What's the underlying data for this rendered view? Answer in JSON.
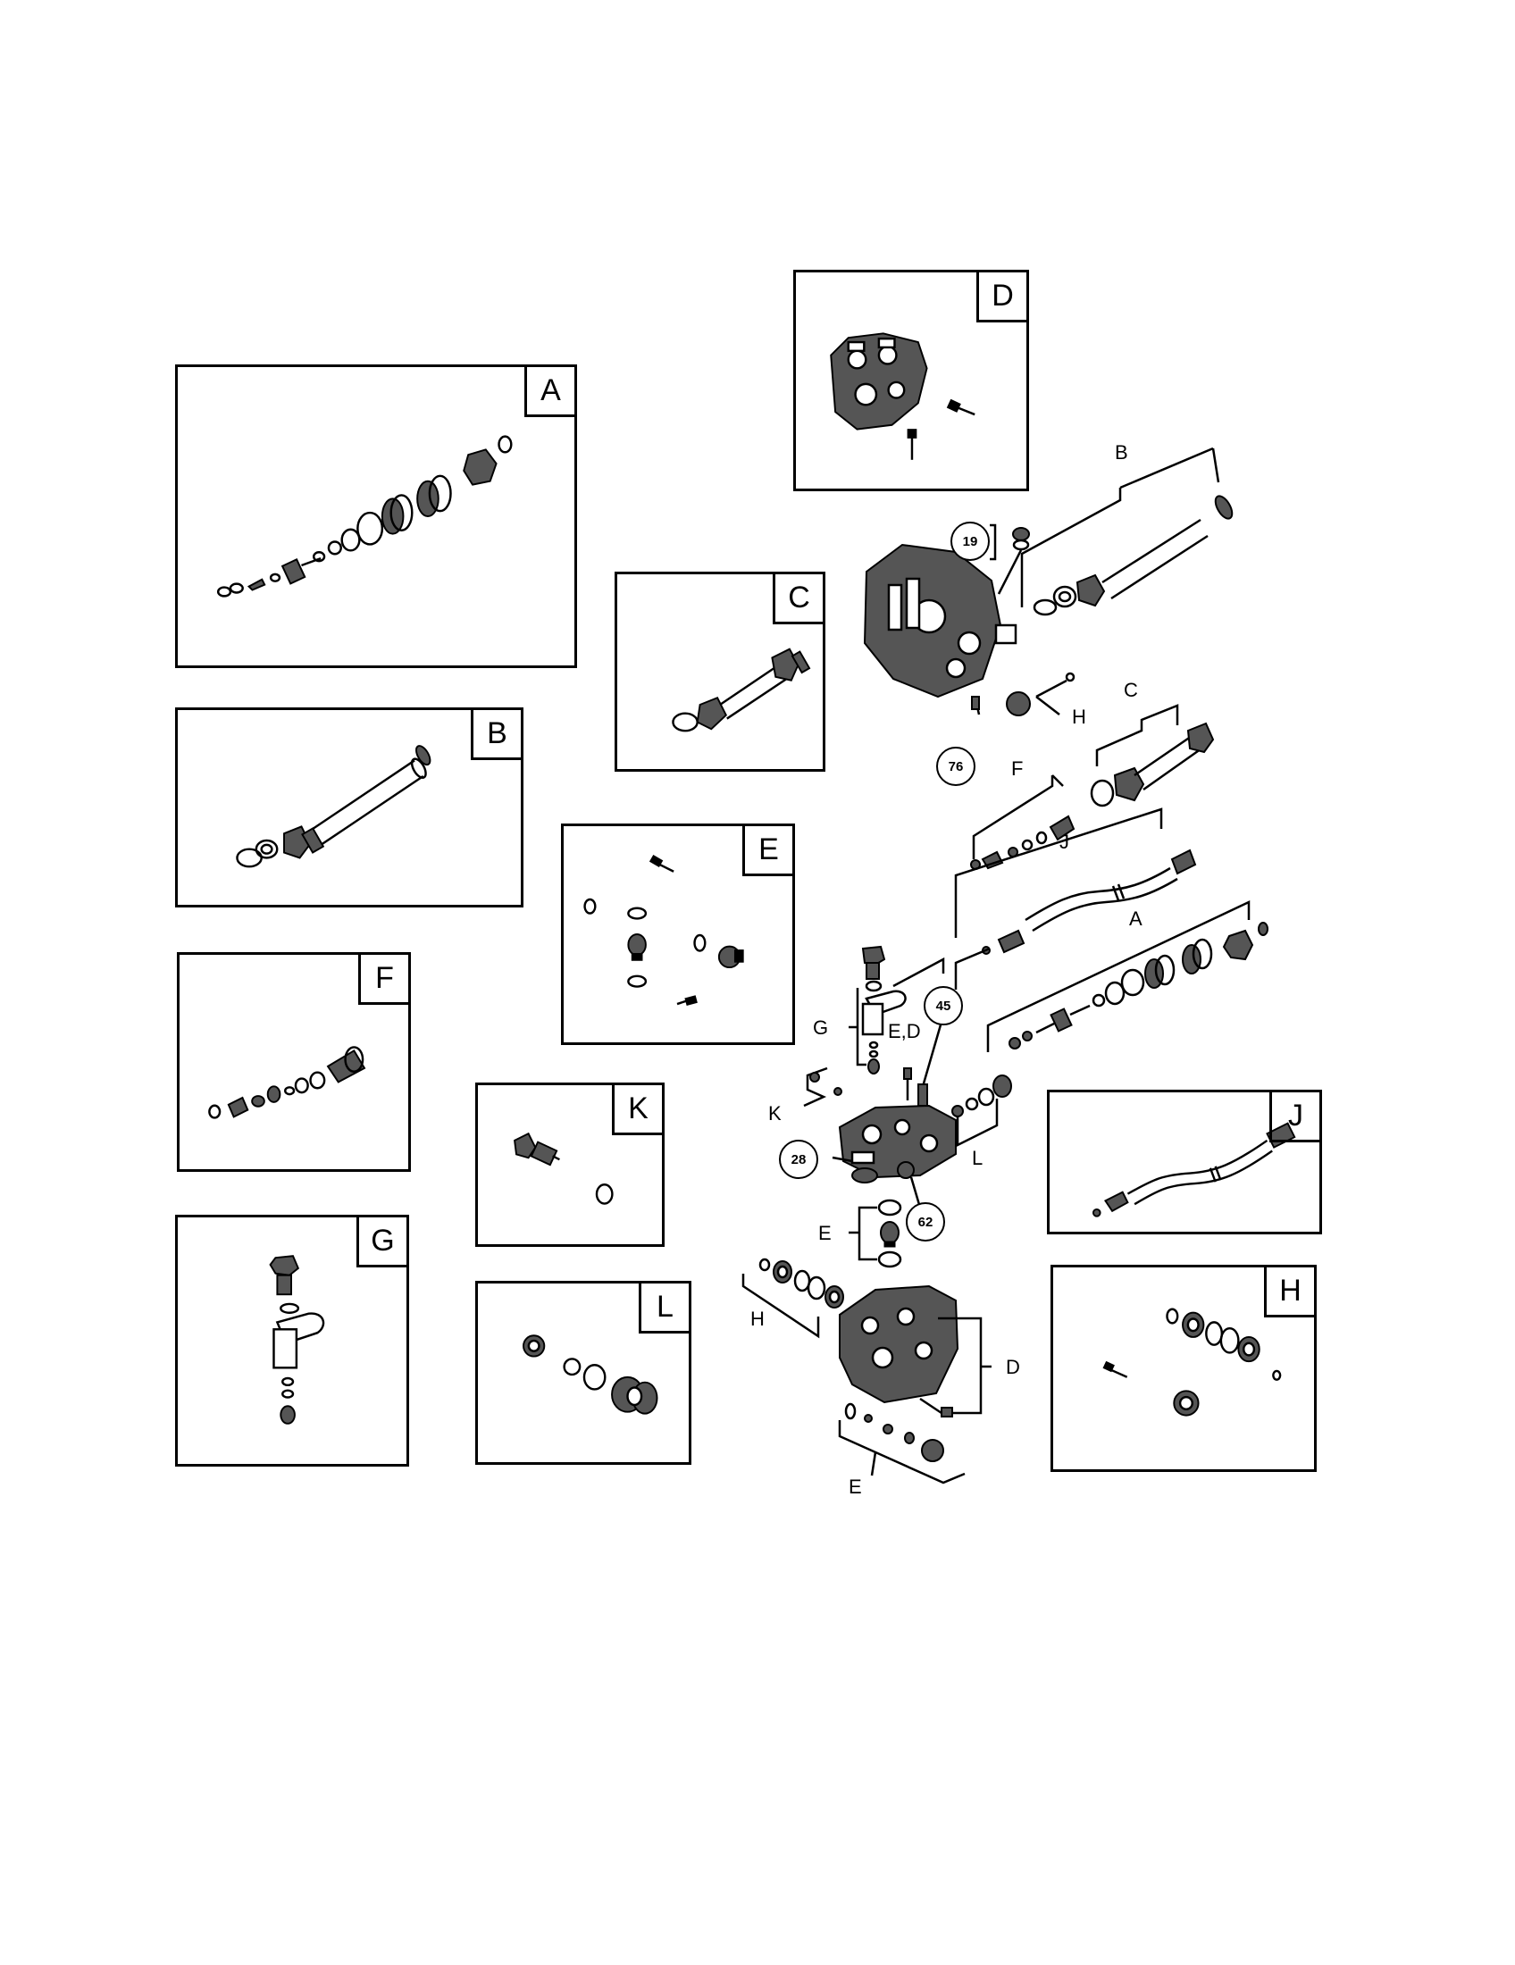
{
  "kits": [
    {
      "id": "A",
      "label": "A"
    },
    {
      "id": "B",
      "label": "B"
    },
    {
      "id": "C",
      "label": "C"
    },
    {
      "id": "D",
      "label": "D"
    },
    {
      "id": "E",
      "label": "E"
    },
    {
      "id": "F",
      "label": "F"
    },
    {
      "id": "G",
      "label": "G"
    },
    {
      "id": "H",
      "label": "H"
    },
    {
      "id": "J",
      "label": "J"
    },
    {
      "id": "K",
      "label": "K"
    },
    {
      "id": "L",
      "label": "L"
    }
  ],
  "assembly_labels": {
    "B": "B",
    "C": "C",
    "F": "F",
    "J": "J",
    "A": "A",
    "G": "G",
    "ED": "E,D",
    "K": "K",
    "L": "L",
    "E_top": "E",
    "H_lower": "H",
    "D": "D",
    "E_bottom": "E",
    "H_upper": "H"
  },
  "ref_numbers": [
    "19",
    "76",
    "45",
    "28",
    "62"
  ]
}
